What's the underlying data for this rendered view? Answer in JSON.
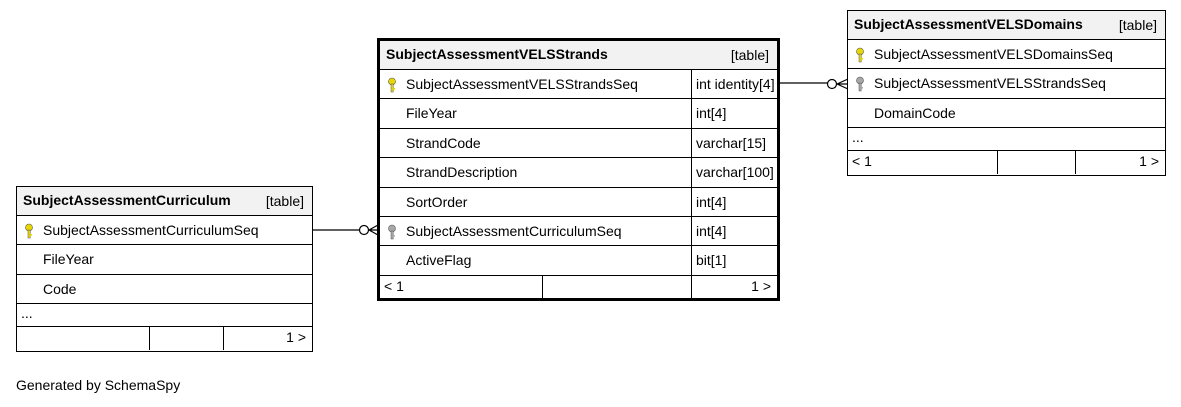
{
  "tables": {
    "strands": {
      "name": "SubjectAssessmentVELSStrands",
      "kind": "[table]",
      "columns": [
        {
          "name": "SubjectAssessmentVELSStrandsSeq",
          "type": "int identity[4]",
          "key": "primary"
        },
        {
          "name": "FileYear",
          "type": "int[4]",
          "key": "none"
        },
        {
          "name": "StrandCode",
          "type": "varchar[15]",
          "key": "none"
        },
        {
          "name": "StrandDescription",
          "type": "varchar[100]",
          "key": "none"
        },
        {
          "name": "SortOrder",
          "type": "int[4]",
          "key": "none"
        },
        {
          "name": "SubjectAssessmentCurriculumSeq",
          "type": "int[4]",
          "key": "foreign"
        },
        {
          "name": "ActiveFlag",
          "type": "bit[1]",
          "key": "none"
        }
      ],
      "footer_left": "< 1",
      "footer_right": "1 >"
    },
    "domains": {
      "name": "SubjectAssessmentVELSDomains",
      "kind": "[table]",
      "columns": [
        {
          "name": "SubjectAssessmentVELSDomainsSeq",
          "key": "primary"
        },
        {
          "name": "SubjectAssessmentVELSStrandsSeq",
          "key": "foreign"
        },
        {
          "name": "DomainCode",
          "key": "none"
        }
      ],
      "ellipsis": "...",
      "footer_left": "< 1",
      "footer_right": "1 >"
    },
    "curriculum": {
      "name": "SubjectAssessmentCurriculum",
      "kind": "[table]",
      "columns": [
        {
          "name": "SubjectAssessmentCurriculumSeq",
          "key": "primary"
        },
        {
          "name": "FileYear",
          "key": "none"
        },
        {
          "name": "Code",
          "key": "none"
        }
      ],
      "ellipsis": "...",
      "footer_left": "",
      "footer_right": "1 >"
    }
  },
  "colors": {
    "primary_key": "#e8d800",
    "foreign_key": "#a8a8a8",
    "border": "#000000",
    "header_bg": "#f2f2f2"
  },
  "footer_text": "Generated by SchemaSpy"
}
